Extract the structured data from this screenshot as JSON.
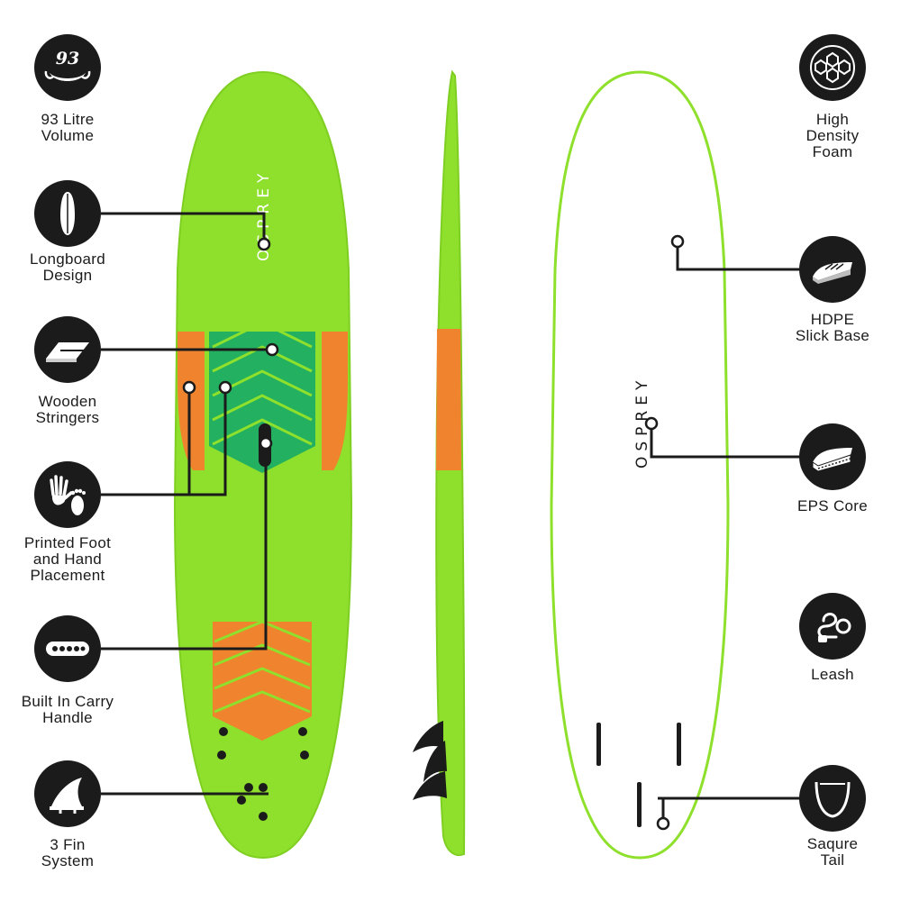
{
  "brand": "OSPREY",
  "colors": {
    "deck": "#8ee02c",
    "deck_edge": "#7fcf22",
    "accent_orange": "#f0832e",
    "accent_green": "#23b060",
    "base": "#ffffff",
    "dark": "#1b1b1b"
  },
  "left_features": [
    {
      "id": "volume",
      "icon": "volume-93-icon",
      "icon_text": "93",
      "label": "93 Litre\nVolume"
    },
    {
      "id": "longboard",
      "icon": "longboard-icon",
      "label": "Longboard\nDesign"
    },
    {
      "id": "stringers",
      "icon": "wooden-stringers-icon",
      "label": "Wooden\nStringers"
    },
    {
      "id": "foot-hand",
      "icon": "foot-hand-icon",
      "label": "Printed Foot\nand Hand\nPlacement"
    },
    {
      "id": "handle",
      "icon": "carry-handle-icon",
      "label": "Built In Carry\nHandle"
    },
    {
      "id": "fins",
      "icon": "fin-icon",
      "label": "3 Fin\nSystem"
    }
  ],
  "right_features": [
    {
      "id": "foam",
      "icon": "hexagon-foam-icon",
      "label": "High\nDensity\nFoam"
    },
    {
      "id": "hdpe",
      "icon": "slick-base-icon",
      "label": "HDPE\nSlick Base"
    },
    {
      "id": "eps",
      "icon": "eps-core-icon",
      "label": "EPS Core"
    },
    {
      "id": "leash",
      "icon": "leash-icon",
      "label": "Leash"
    },
    {
      "id": "tail",
      "icon": "square-tail-icon",
      "label": "Saqure\nTail"
    }
  ]
}
